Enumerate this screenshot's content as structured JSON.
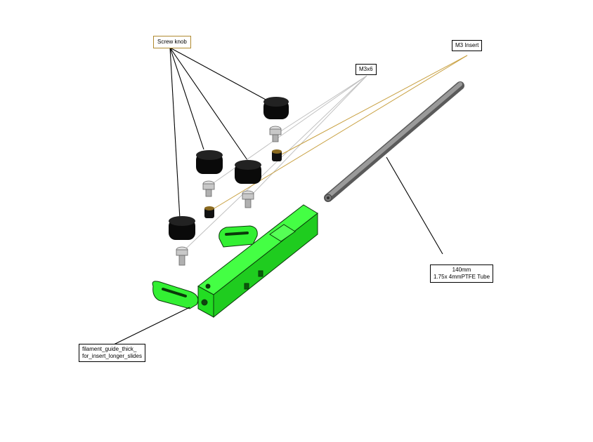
{
  "labels": {
    "screw_knob": "Screw knob",
    "m3x6": "M3x6",
    "m3_insert": "M3 Insert",
    "tube_line1": "140mm",
    "tube_line2": "1.75x 4mmPTFE Tube",
    "part_line1": "filament_guide_thick_",
    "part_line2": "for_insert_longer_slides"
  },
  "colors": {
    "part_green": "#22ee22",
    "part_green_dark": "#119911",
    "knob_black": "#0a0a0a",
    "screw_grey": "#c8c8c8",
    "tube_grey": "#8a8a8a",
    "leader_black": "#000000",
    "leader_grey": "#c0c0c0",
    "leader_gold": "#c8a040",
    "screw_knob_border": "#b08a30"
  }
}
